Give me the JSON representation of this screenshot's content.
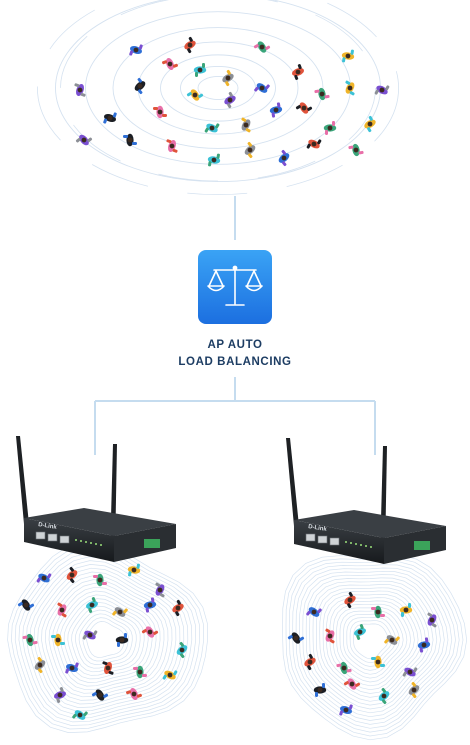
{
  "label": {
    "line1": "AP AUTO",
    "line2": "LOAD BALANCING"
  },
  "icons": {
    "balance": "balance-scale-icon",
    "device": "wireless-access-point-icon",
    "person": "person-top-view-icon"
  },
  "device_brand": "D-Link",
  "colors": {
    "badge_top": "#3aa3f5",
    "badge_bottom": "#1c6fe0",
    "connector": "#c5dcef",
    "ripple": "#d5e2f0",
    "label_text": "#1d3d63",
    "device_body": "#222629"
  }
}
